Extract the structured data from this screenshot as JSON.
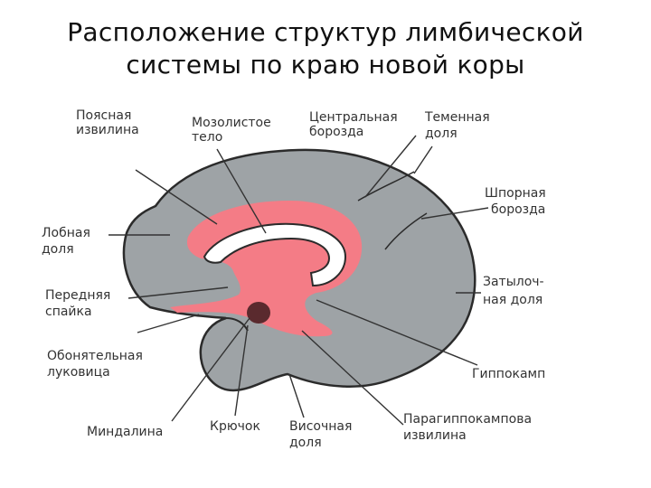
{
  "title": {
    "line1": "Расположение структур лимбической",
    "line2": "системы по краю новой коры"
  },
  "colors": {
    "brain": "#9ea3a6",
    "limbic": "#f47c86",
    "amygdala": "#5a2a2e",
    "outline": "#2b2b2b",
    "text": "#333333"
  },
  "labels": {
    "poyasnaya": [
      "Поясная",
      "извилина"
    ],
    "mozolistoe": [
      "Мозолистое",
      "тело"
    ],
    "centralnaya": [
      "Центральная",
      "борозда"
    ],
    "temennaya": [
      "Теменная",
      "доля"
    ],
    "shpornaya": [
      "Шпорная",
      "борозда"
    ],
    "lobnaya": [
      "Лобная",
      "доля"
    ],
    "zatylochnaya": [
      "Затылоч-",
      "ная доля"
    ],
    "perednyaya": [
      "Передняя",
      "спайка"
    ],
    "obonyatelnaya": [
      "Обонятельная",
      "луковица"
    ],
    "gippokamp": [
      "Гиппокамп"
    ],
    "mindalina": [
      "Миндалина"
    ],
    "kryuchok": [
      "Крючок"
    ],
    "visochnaya": [
      "Височная",
      "доля"
    ],
    "paragippokampova": [
      "Парагиппокампова",
      "извилина"
    ]
  }
}
